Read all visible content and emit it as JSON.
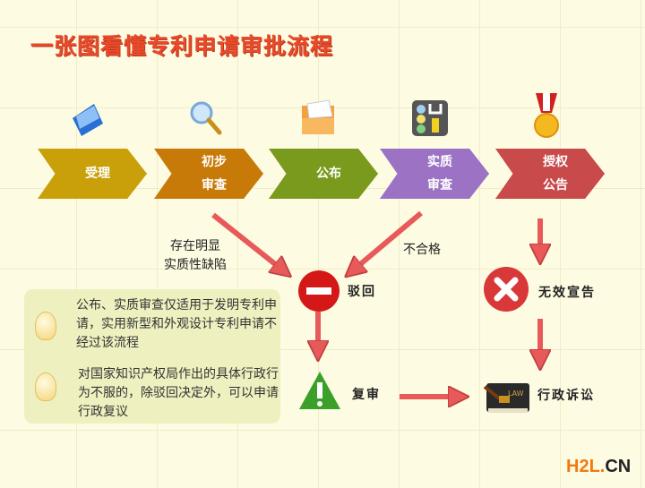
{
  "title": "一张图看懂专利申请审批流程",
  "steps": [
    {
      "label": "受理",
      "color": "#c9a00a",
      "icon": "folder-icon"
    },
    {
      "label": "初步\n审查",
      "color": "#c77a08",
      "icon": "magnifier-icon"
    },
    {
      "label": "公布",
      "color": "#7a9a1e",
      "icon": "open-folder-icon"
    },
    {
      "label": "实质\n审查",
      "color": "#9b72c4",
      "icon": "control-panel-icon"
    },
    {
      "label": "授权\n公告",
      "color": "#c84a4a",
      "icon": "medal-icon"
    }
  ],
  "labels": {
    "defect": "存在明显\n实质性缺陷",
    "fail": "不合格",
    "reject": "驳回",
    "review": "复审",
    "invalid": "无效宣告",
    "litigation": "行政诉讼"
  },
  "notes": [
    "公布、实质审查仅适用于发明专利申请，实用新型和外观设计专利申请不经过该流程",
    "对国家知识产权局作出的具体行政行为不服的，除驳回决定外，可以申请行政复议"
  ],
  "watermark": {
    "h2l": "H2L",
    "dot": ".",
    "cn": "CN"
  },
  "colors": {
    "arrow": "#e85a5a",
    "title": "#e84a2a"
  }
}
